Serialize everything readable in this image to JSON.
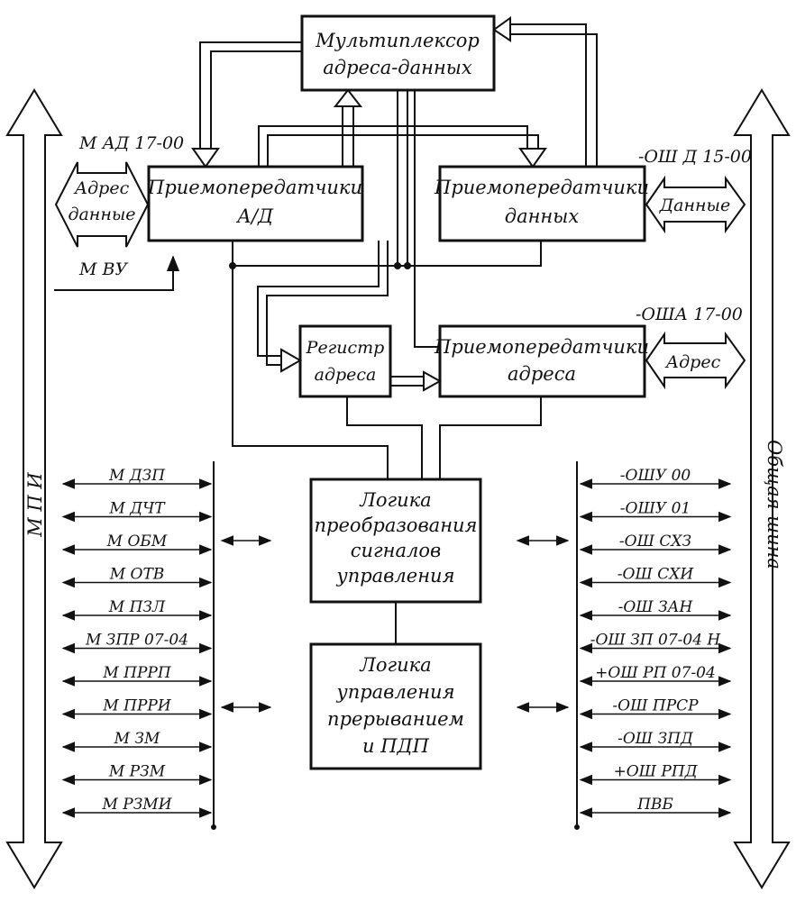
{
  "blocks": {
    "mux": [
      "Мультиплексор",
      "адреса-данных"
    ],
    "ad_transceivers": [
      "Приемопередатчики",
      "А/Д"
    ],
    "data_transceivers": [
      "Приемопередатчики",
      "данных"
    ],
    "addr_register": [
      "Регистр",
      "адреса"
    ],
    "addr_transceivers": [
      "Приемопередатчики",
      "адреса"
    ],
    "signal_logic": [
      "Логика",
      "преобразования",
      "сигналов",
      "управления"
    ],
    "interrupt_logic": [
      "Логика",
      "управления",
      "прерыванием",
      "и ПДП"
    ]
  },
  "left_bus": {
    "name": "М П И",
    "ad_label": "М АД 17-00",
    "ad_arrow": [
      "Адрес",
      "данные"
    ],
    "vu_label": "М ВУ",
    "signals": [
      "М ДЗП",
      "М ДЧТ",
      "М ОБМ",
      "М ОТВ",
      "М ПЗЛ",
      "М ЗПР 07-04",
      "М ПРРП",
      "М ПРРИ",
      "М ЗМ",
      "М РЗМ",
      "М РЗМИ"
    ]
  },
  "right_bus": {
    "name": "Общая шина",
    "data_label": "-ОШ Д 15-00",
    "data_arrow": "Данные",
    "addr_label": "-ОША 17-00",
    "addr_arrow": "Адрес",
    "signals": [
      "-ОШУ 00",
      "-ОШУ 01",
      "-ОШ СХЗ",
      "-ОШ СХИ",
      "-ОШ ЗАН",
      "-ОШ ЗП 07-04 Н",
      "+ОШ РП 07-04",
      "-ОШ ПРСР",
      "-ОШ ЗПД",
      "+ОШ РПД",
      "ПВБ"
    ]
  }
}
